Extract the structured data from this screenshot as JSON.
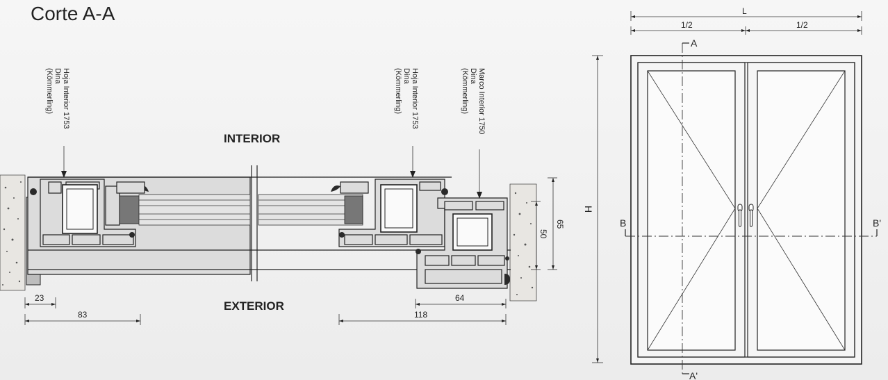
{
  "title": "Corte A-A",
  "sides": {
    "interior": "INTERIOR",
    "exterior": "EXTERIOR"
  },
  "labels": [
    {
      "lines": [
        "Hoja Interior 1753",
        "Dina",
        "(Kömmerling)"
      ]
    },
    {
      "lines": [
        "Hoja Interior 1753",
        "Dina",
        "(Kömmerling)"
      ]
    },
    {
      "lines": [
        "Marco Interior 1750",
        "Dina",
        "(Kömmerling)"
      ]
    }
  ],
  "section_dims": {
    "d23": "23",
    "d83": "83",
    "d64": "64",
    "d118": "118",
    "d50": "50",
    "d65": "65"
  },
  "elevation": {
    "L": "L",
    "half_left": "1/2",
    "half_right": "1/2",
    "H": "H",
    "A": "A",
    "A_prime": "A'",
    "B": "B",
    "B_prime": "B'"
  }
}
